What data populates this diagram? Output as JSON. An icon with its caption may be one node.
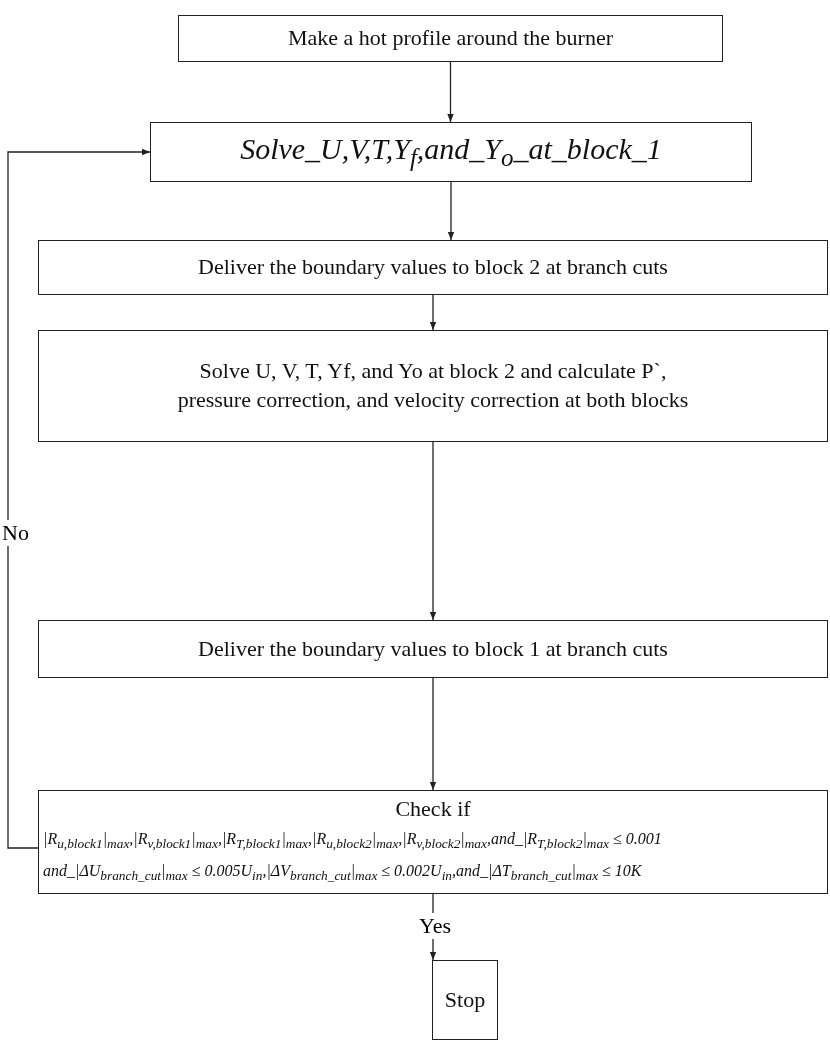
{
  "diagram": {
    "nodes": [
      {
        "text": [
          "Make a hot profile around the burner"
        ]
      },
      {
        "text": [
          "Solve_U,V,T,Y$_{f}$,and_Y$_{o}$_at_block_1"
        ]
      },
      {
        "text": [
          "Deliver the boundary values to block 2 at branch cuts"
        ]
      },
      {
        "text": [
          "Solve U, V, T, Yf, and Yo at block 2 and calculate P`, pressure correction, and velocity correction at both blocks"
        ]
      },
      {
        "text": [
          "Deliver the boundary values to block 1 at branch cuts"
        ]
      },
      {
        "text": [
          "Check if",
          "|R$_{u,block1}$|$_{max}$,|R$_{v,block1}$|$_{max}$,|R$_{T,block1}$|$_{max}$,|R$_{u,block2}$|$_{max}$,|R$_{v,block2}$|$_{max}$,and_|R$_{T,block2}$|$_{max}$ ≤ 0.001",
          "and_|ΔU$_{branch_cut}$|$_{max}$ ≤ 0.005U$_{in}$,|ΔV$_{branch_cut}$|$_{max}$ ≤ 0.002U$_{in}$,and_|ΔT$_{branch_cut}$|$_{max}$ ≤ 10K"
        ]
      },
      {
        "text": [
          "Stop"
        ]
      }
    ],
    "edges": [
      {
        "from": 0,
        "to": 1,
        "arrow": "to"
      },
      {
        "from": 1,
        "to": 2,
        "arrow": "to"
      },
      {
        "from": 2,
        "to": 3,
        "arrow": "to"
      },
      {
        "from": 3,
        "to": 4,
        "arrow": "to"
      },
      {
        "from": 4,
        "to": 5,
        "arrow": "to"
      },
      {
        "from": 5,
        "to": 6,
        "arrow": "to",
        "label": "Yes"
      },
      {
        "from": 5,
        "to": 1,
        "arrow": "to",
        "label": "No"
      }
    ]
  }
}
